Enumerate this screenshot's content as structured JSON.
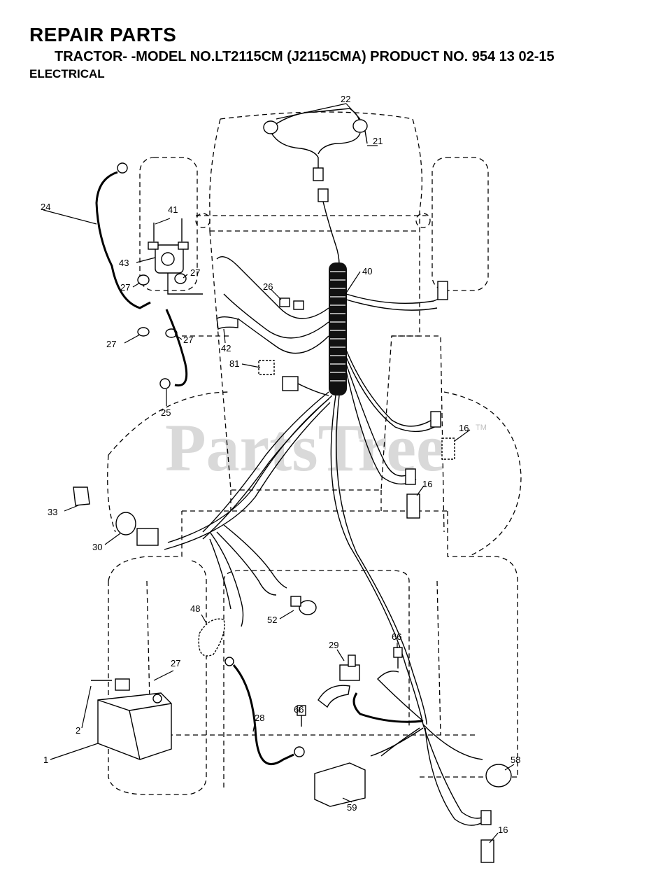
{
  "header": {
    "title": "REPAIR PARTS",
    "subtitle": "TRACTOR- -MODEL NO.LT2115CM (J2115CMA) PRODUCT NO. 954 13 02-15",
    "section": "ELECTRICAL"
  },
  "watermark": {
    "text": "PartsTree",
    "tm": "TM"
  },
  "callouts": {
    "c22": "22",
    "c21": "21",
    "c24": "24",
    "c41": "41",
    "c43": "43",
    "c27a": "27",
    "c27b": "27",
    "c27c": "27",
    "c27d": "27",
    "c27e": "27",
    "c40": "40",
    "c26": "26",
    "c42": "42",
    "c81": "81",
    "c25": "25",
    "c16a": "16",
    "c16b": "16",
    "c16c": "16",
    "c33": "33",
    "c30": "30",
    "c48": "48",
    "c52": "52",
    "c29": "29",
    "c66a": "66",
    "c66b": "66",
    "c2": "2",
    "c1": "1",
    "c28": "28",
    "c58": "58",
    "c59": "59"
  }
}
